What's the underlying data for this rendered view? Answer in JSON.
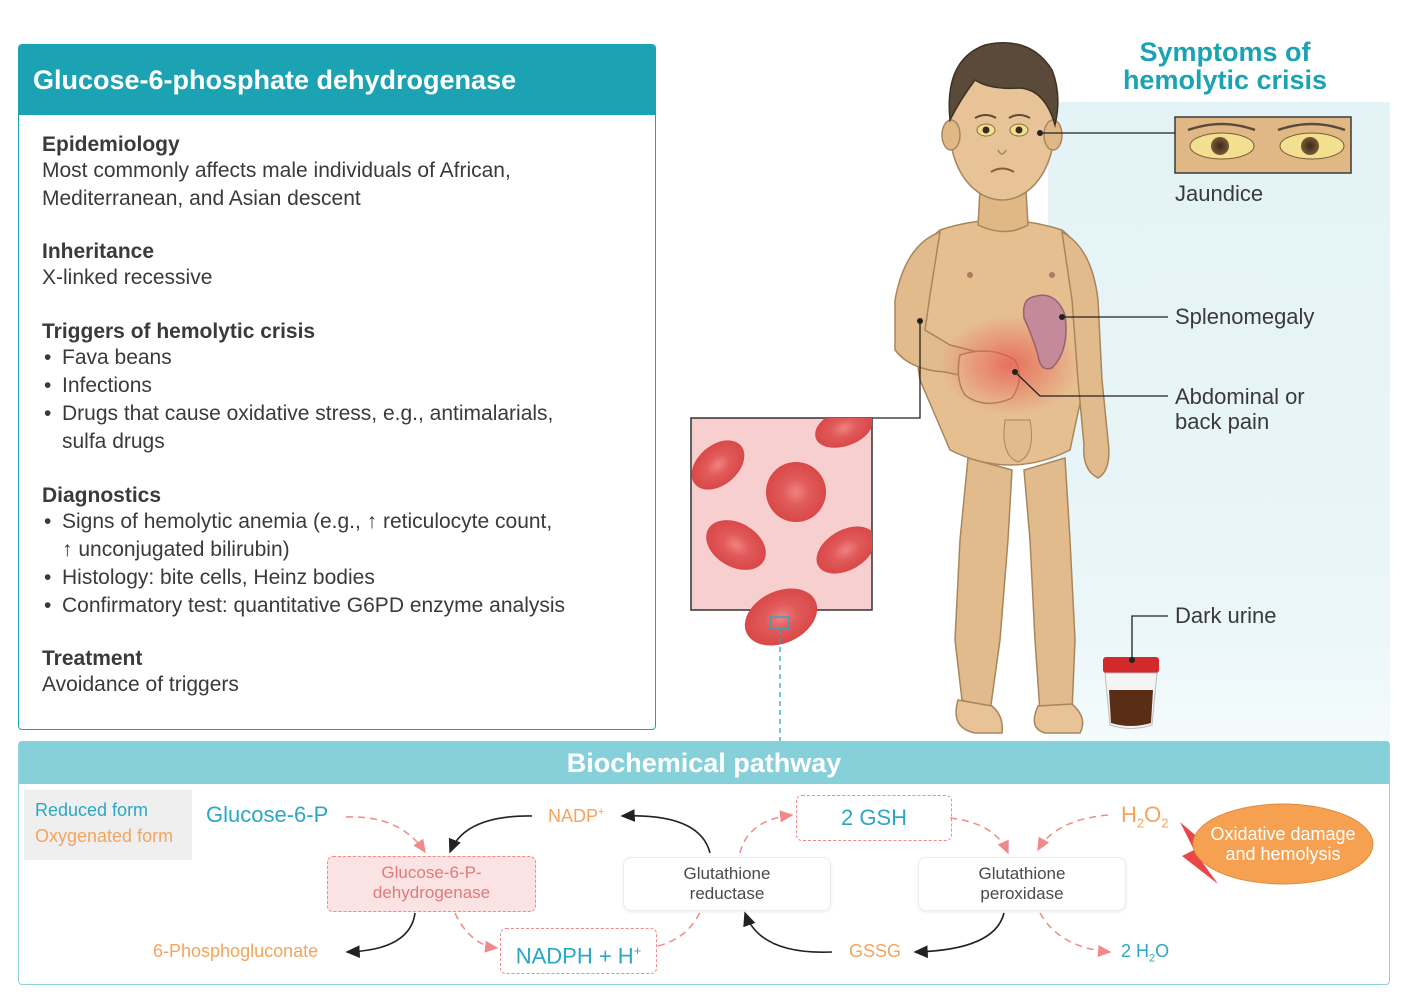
{
  "info": {
    "title": "Glucose-6-phosphate dehydrogenase deficiency",
    "epidemiology": {
      "heading": "Epidemiology",
      "line1": "Most commonly affects male individuals of African,",
      "line2": "Mediterranean, and Asian descent"
    },
    "inheritance": {
      "heading": "Inheritance",
      "text": "X-linked recessive"
    },
    "triggers": {
      "heading": "Triggers of hemolytic crisis",
      "items": [
        "Fava beans",
        "Infections",
        "Drugs that cause oxidative stress, e.g., antimalarials,"
      ],
      "item3_cont": "sulfa drugs"
    },
    "diagnostics": {
      "heading": "Diagnostics",
      "item1": "Signs of hemolytic anemia (e.g., ↑ reticulocyte count,",
      "item1_cont": "↑ unconjugated bilirubin)",
      "item2": "Histology: bite cells, Heinz bodies",
      "item3": "Confirmatory test: quantitative G6PD enzyme analysis"
    },
    "treatment": {
      "heading": "Treatment",
      "text": "Avoidance of triggers"
    }
  },
  "symptoms": {
    "title_line1": "Symptoms of",
    "title_line2": "hemolytic crisis",
    "jaundice": "Jaundice",
    "splenomegaly": "Splenomegaly",
    "pain_line1": "Abdominal or",
    "pain_line2": "back pain",
    "urine": "Dark urine"
  },
  "pathway": {
    "title": "Biochemical pathway",
    "legend": {
      "reduced": "Reduced form",
      "oxygenated": "Oxygenated form"
    },
    "glucose6p": "Glucose-6-P",
    "g6pd_line1": "Glucose-6-P-",
    "g6pd_line2": "dehydrogenase",
    "phosphogluconate": "6-Phosphogluconate",
    "nadp": "NADP",
    "nadp_sup": "+",
    "nadph": "NADPH + H",
    "nadph_sup": "+",
    "gr_line1": "Glutathione",
    "gr_line2": "reductase",
    "gsh": "2 GSH",
    "gssg": "GSSG",
    "gp_line1": "Glutathione",
    "gp_line2": "peroxidase",
    "h2o2_h": "H",
    "h2o2_2a": "2",
    "h2o2_o": "O",
    "h2o2_2b": "2",
    "h2o_pre": "2 H",
    "h2o_sub": "2",
    "h2o_o": "O",
    "oxidative_line1": "Oxidative damage",
    "oxidative_line2": "and hemolysis"
  },
  "colors": {
    "teal": "#1ba3b3",
    "pathway_header": "#86d0da",
    "reduced": "#2aa7c4",
    "oxygenated": "#f4a45c",
    "enzyme_dash": "#f08a8a",
    "oxidative_fill": "#f6a052"
  }
}
